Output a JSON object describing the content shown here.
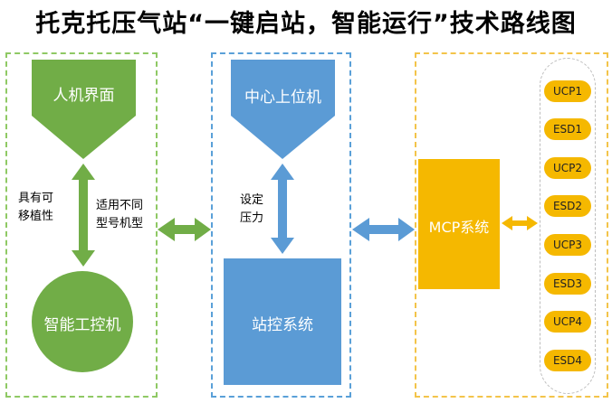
{
  "title": "托克托压气站“一键启站，智能运行”技术路线图",
  "hmi": {
    "label": "人机界面"
  },
  "hmi_notes": {
    "left": [
      "具有可",
      "移植性"
    ],
    "right": [
      "适用不同",
      "型号机型"
    ]
  },
  "ipc": {
    "label": "智能工控机"
  },
  "center": {
    "label": "中心上位机"
  },
  "pressure_note": [
    "设定",
    "压力"
  ],
  "station": {
    "label": "站控系统"
  },
  "mcp": {
    "label": "MCP系统"
  },
  "units": [
    "UCP1",
    "ESD1",
    "UCP2",
    "ESD2",
    "UCP3",
    "ESD3",
    "UCP4",
    "ESD4"
  ],
  "colors": {
    "green": "#71ad47",
    "blue": "#5b9bd5",
    "orange": "#f5b800",
    "green_border": "#8fc964",
    "blue_border": "#5aa0d8",
    "orange_border": "#f3c44a"
  }
}
